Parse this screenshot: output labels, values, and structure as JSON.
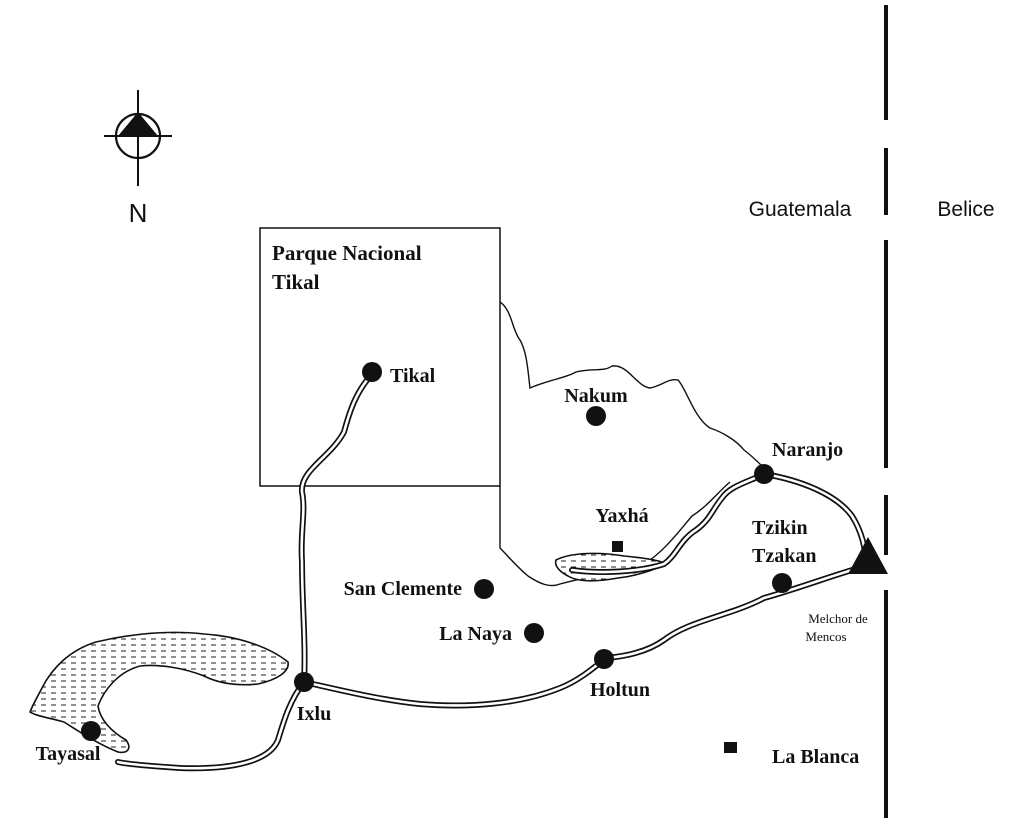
{
  "compass": {
    "label": "N",
    "icon": "north-arrow-icon"
  },
  "countries": {
    "left": "Guatemala",
    "right": "Belice"
  },
  "park": {
    "line1": "Parque Nacional",
    "line2": "Tikal"
  },
  "sites": [
    {
      "key": "tikal",
      "name": "Tikal"
    },
    {
      "key": "nakum",
      "name": "Nakum"
    },
    {
      "key": "naranjo",
      "name": "Naranjo"
    },
    {
      "key": "yaxha",
      "name": "Yaxhá"
    },
    {
      "key": "tzikin",
      "name_line1": "Tzikin",
      "name_line2": "Tzakan"
    },
    {
      "key": "san_clemente",
      "name": "San Clemente"
    },
    {
      "key": "la_naya",
      "name": "La Naya"
    },
    {
      "key": "holtun",
      "name": "Holtun"
    },
    {
      "key": "ixlu",
      "name": "Ixlu"
    },
    {
      "key": "tayasal",
      "name": "Tayasal"
    },
    {
      "key": "la_blanca",
      "name": "La Blanca"
    }
  ],
  "border_town": {
    "line1": "Melchor de",
    "line2": "Mencos",
    "icon": "triangle-marker-icon"
  },
  "colors": {
    "ink": "#111111",
    "paper": "#ffffff"
  }
}
